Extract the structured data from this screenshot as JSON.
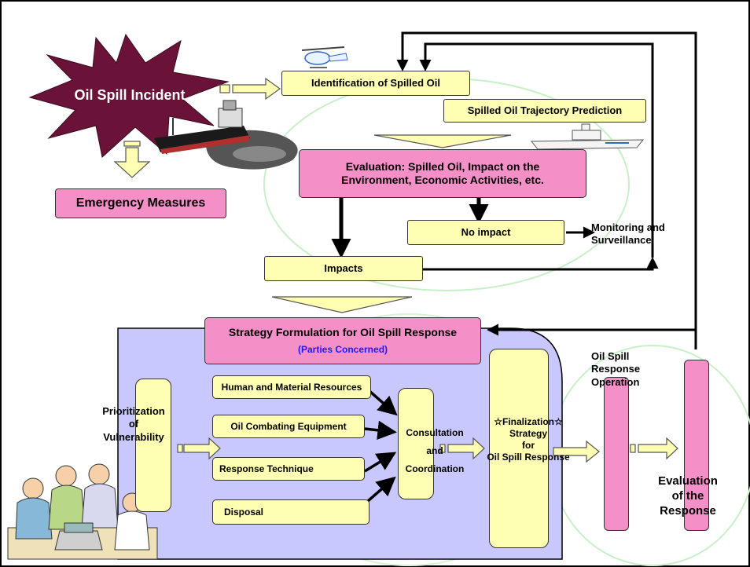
{
  "incident": {
    "label": "Oil Spill Incident"
  },
  "emergency": {
    "label": "Emergency Measures"
  },
  "identification": {
    "label": "Identification of Spilled Oil"
  },
  "trajectory": {
    "label": "Spilled Oil Trajectory Prediction"
  },
  "evaluation": {
    "line1": "Evaluation: Spilled Oil, Impact on the",
    "line2": "Environment, Economic Activities, etc."
  },
  "no_impact": {
    "label": "No impact"
  },
  "monitoring": {
    "line1": "Monitoring and",
    "line2": "Surveillance"
  },
  "impacts": {
    "label": "Impacts"
  },
  "strategy": {
    "title": "Strategy Formulation for Oil Spill Response",
    "subtitle": "(Parties Concerned)"
  },
  "prioritization": {
    "line1": "Prioritization",
    "line2": "of",
    "line3": "Vulnerability"
  },
  "resources": {
    "human": "Human and Material Resources",
    "equipment": "Oil Combating Equipment",
    "technique": "Response Technique",
    "disposal": "Disposal"
  },
  "consultation": {
    "line1": "Consultation",
    "line2": "and",
    "line3": "Coordination"
  },
  "finalization": {
    "line1": "☆Finalization☆",
    "line2": "Strategy",
    "line3": "for",
    "line4": "Oil Spill Response"
  },
  "operation": {
    "line1": "Oil Spill",
    "line2": "Response",
    "line3": "Operation"
  },
  "response_eval": {
    "line1": "Evaluation",
    "line2": "of the",
    "line3": "Response"
  },
  "colors": {
    "yellow": "#ffffb3",
    "pink": "#f58fc8",
    "lavender": "#c8c8ff",
    "burst": "#6b1238",
    "subtitle_blue": "#1a1aff"
  }
}
